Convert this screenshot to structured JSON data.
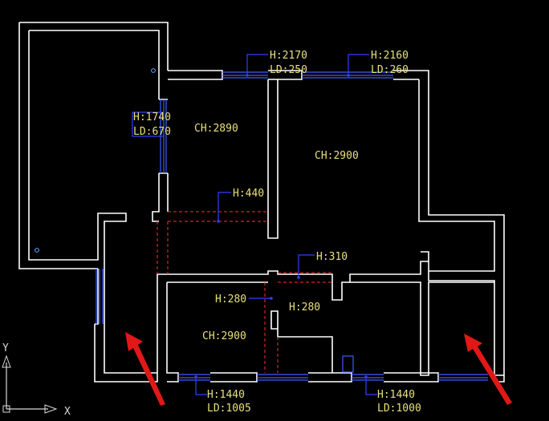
{
  "labels": {
    "win_top_left_h": "H:2170",
    "win_top_left_ld": "LD:250",
    "win_top_right_h": "H:2160",
    "win_top_right_ld": "LD:260",
    "win_left_h": "H:1740",
    "win_left_ld": "LD:670",
    "room_ch_left": "CH:2890",
    "room_ch_center": "CH:2900",
    "beam_h440": "H:440",
    "beam_h310": "H:310",
    "h280_left": "H:280",
    "h280_right": "H:280",
    "room_ch_bottom": "CH:2900",
    "win_bottom_left_h": "H:1440",
    "win_bottom_left_ld": "LD:1005",
    "win_bottom_right_h": "H:1440",
    "win_bottom_right_ld": "LD:1000"
  },
  "axes": {
    "y": "Y",
    "x": "X"
  },
  "colors": {
    "background": "#000000",
    "wall": "#ffffff",
    "window": "#3c5cff",
    "dim_text": "#e8e07a",
    "dashed": "#ff3030",
    "arrow": "#e01818"
  }
}
